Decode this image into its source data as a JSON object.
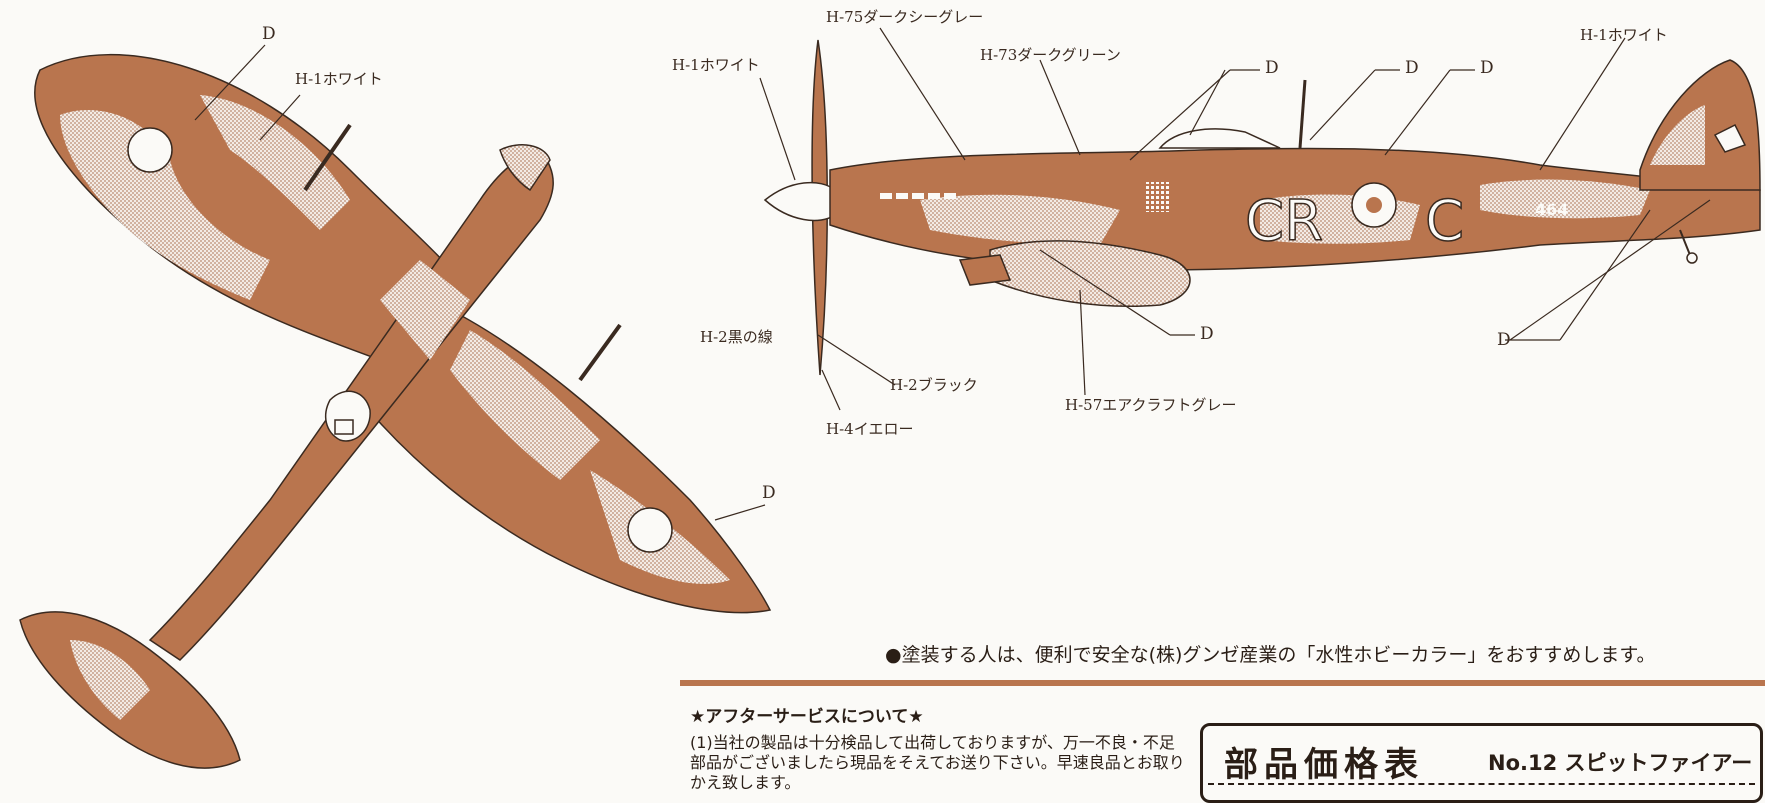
{
  "labels": {
    "top_d": "D",
    "top_white": "H-1ホワイト",
    "top_d_right": "D",
    "side_dark_sea_grey": "H-75ダークシーグレー",
    "side_dark_green": "H-73ダークグリーン",
    "side_white_prop": "H-1ホワイト",
    "side_white_tail": "H-1ホワイト",
    "side_d1": "D",
    "side_d2": "D",
    "side_d3": "D",
    "side_black_line": "H-2黒の線",
    "side_black": "H-2ブラック",
    "side_yellow": "H-4イエロー",
    "side_aircraft_grey": "H-57エアクラフトグレー",
    "side_d_lower": "D",
    "side_d_tail": "D"
  },
  "decals": {
    "code_left": "CR",
    "code_right": "C",
    "serial": "464"
  },
  "recommendation": "●塗装する人は、便利で安全な(株)グンゼ産業の「水性ホビーカラー」をおすすめします。",
  "after_service": {
    "heading": "★アフターサービスについて★",
    "text": "(1)当社の製品は十分検品して出荷しておりますが、万一不良・不足部品がございましたら現品をそえてお送り下さい。早速良品とお取りかえ致します。"
  },
  "price_table": {
    "title": "部品価格表",
    "subtitle": "No.12 スピットファイアー"
  },
  "colors": {
    "camo_dark": "#b9754e",
    "camo_light": "#e8d9cf",
    "ink": "#3a2a20"
  }
}
